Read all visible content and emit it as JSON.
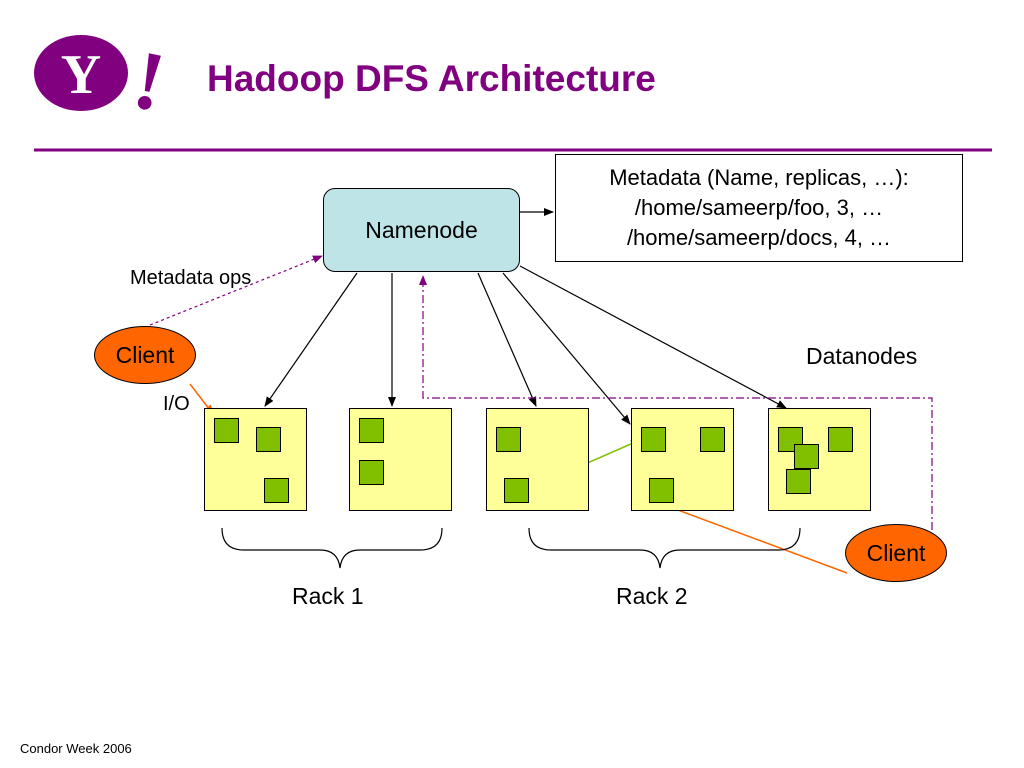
{
  "slide": {
    "title": "Hadoop DFS Architecture",
    "footer": "Condor Week 2006",
    "accent_color": "#800080"
  },
  "logo": {
    "letter": "Y",
    "bang": "!",
    "color": "#800080"
  },
  "diagram": {
    "namenode": "Namenode",
    "metadata_lines": [
      "Metadata (Name, replicas, …):",
      "/home/sameerp/foo, 3, …",
      "/home/sameerp/docs, 4, …"
    ],
    "labels": {
      "metadata_ops": "Metadata ops",
      "io": "I/O",
      "datanodes": "Datanodes"
    },
    "clients": [
      "Client",
      "Client"
    ],
    "racks": [
      "Rack 1",
      "Rack 2"
    ],
    "datanode_count": 5,
    "colors": {
      "namenode_fill": "#bfe4e8",
      "client_fill": "#ff6600",
      "datanode_fill": "#ffff99",
      "block_fill": "#80c000",
      "replication_arrow": "#80c000",
      "client_io_arrow": "#ff6600",
      "metadata_link": "#800080"
    }
  }
}
